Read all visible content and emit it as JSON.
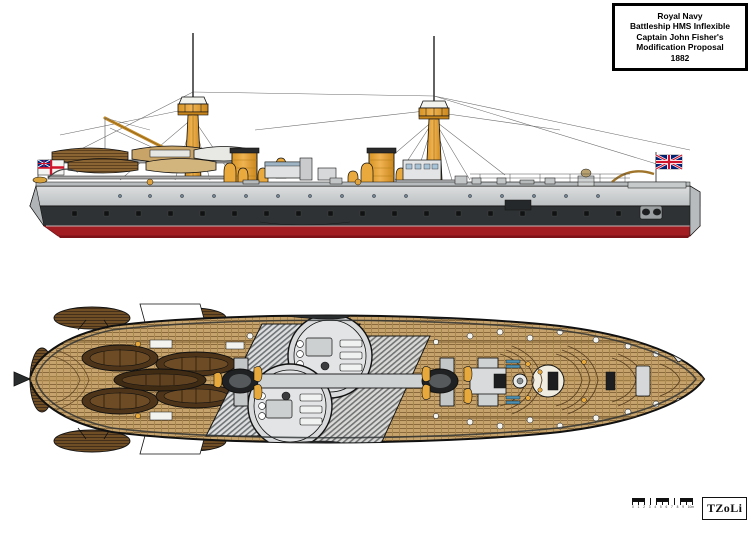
{
  "title_block": {
    "line1": "Royal Navy",
    "line2": "Battleship HMS Inflexible",
    "line3": "Captain John Fisher's",
    "line4": "Modification Proposal",
    "line5": "1882"
  },
  "signature": {
    "text": "TZoLi"
  },
  "scale_bar": {
    "labels": [
      "0",
      "1",
      "2",
      "3",
      "4",
      "5",
      "6",
      "7",
      "8",
      "9",
      "10m"
    ],
    "unit": "m",
    "max": 10
  },
  "views": {
    "profile": {
      "name": "starboard-side-profile-view",
      "caption": ""
    },
    "plan": {
      "name": "overhead-plan-view",
      "caption": ""
    }
  },
  "palette": {
    "hull_grey": "#c9cbcc",
    "hull_grey_dark": "#a9adaf",
    "hull_band_black": "#2f3234",
    "hull_red": "#a11d22",
    "deck_tan": "#c2a06a",
    "deck_tan_light": "#d6bb8c",
    "deck_seam": "#8c6c3e",
    "buff": "#e8a93a",
    "buff_dark": "#c98a22",
    "boat_brown": "#6b4a24",
    "boat_brown_dark": "#4a3116",
    "outline": "#111111",
    "rigging": "#555555",
    "white": "#ffffff",
    "ensign_red": "#cf142b",
    "ensign_blue": "#00247d",
    "turret_grey": "#d3d5d6"
  },
  "ship": {
    "name": "HMS Inflexible",
    "flags": [
      {
        "name": "white-ensign",
        "position": "stern"
      },
      {
        "name": "union-jack",
        "position": "bow"
      }
    ],
    "masts": 2,
    "funnels": 2,
    "turrets": 2
  }
}
